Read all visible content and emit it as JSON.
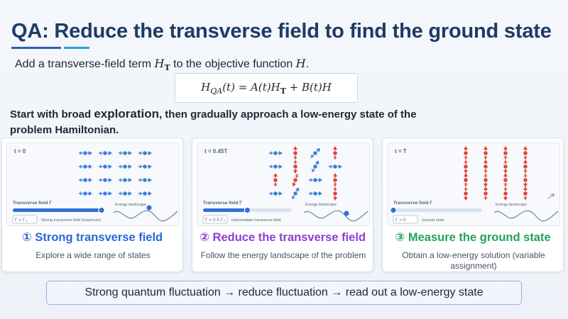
{
  "slide": {
    "title": "QA: Reduce the transverse field to find the ground state",
    "subtitle_before": "Add a transverse-field term ",
    "subtitle_term": "H",
    "subtitle_term_sub": "T",
    "subtitle_middle": " to the objective function ",
    "subtitle_obj": "H",
    "subtitle_end": ".",
    "formula": "H_QA(t) = A(t)H_T + B(t)H",
    "lead_1": "Start with broad ",
    "lead_emph": "exploration",
    "lead_2": ", then gradually approach a low-energy state of the problem Hamiltonian.",
    "bottom_text": "Strong quantum fluctuation → reduce fluctuation → read out a low-energy state"
  },
  "cards": [
    {
      "title": "① Strong transverse field",
      "desc": "Explore a wide range of states",
      "time_label": "t = 0",
      "field_label": "Transverse field Γ",
      "slider_value": 1.0,
      "slider_caption": "Strong transverse field (maximum)",
      "gamma_label": "Γ = Γ₀",
      "landscape_label": "Energy landscape",
      "spin_mode": "horizontal",
      "accent": "#2b66d8"
    },
    {
      "title": "② Reduce the transverse field",
      "desc": "Follow the energy landscape of the problem",
      "time_label": "t = 0.45T",
      "field_label": "Transverse field Γ",
      "slider_value": 0.5,
      "slider_caption": "Intermediate transverse field",
      "gamma_label": "Γ = 0.5 Γ₀",
      "landscape_label": "Energy landscape",
      "spin_mode": "mixed",
      "accent": "#8a3fd6"
    },
    {
      "title": "③ Measure the ground state",
      "desc": "Obtain a low-energy solution (variable assignment)",
      "time_label": "t = T",
      "field_label": "Transverse field Γ",
      "slider_value": 0.0,
      "slider_caption": "Ground state",
      "gamma_label": "Γ = 0",
      "landscape_label": "Energy landscape",
      "spin_mode": "vertical",
      "accent": "#25a25a"
    }
  ],
  "colors": {
    "spin_blue": "#3b7fd9",
    "spin_red": "#e0443a",
    "slider_track": "#d9e2ef",
    "slider_fill": "#2f6fd8",
    "curve": "#7b8594"
  }
}
